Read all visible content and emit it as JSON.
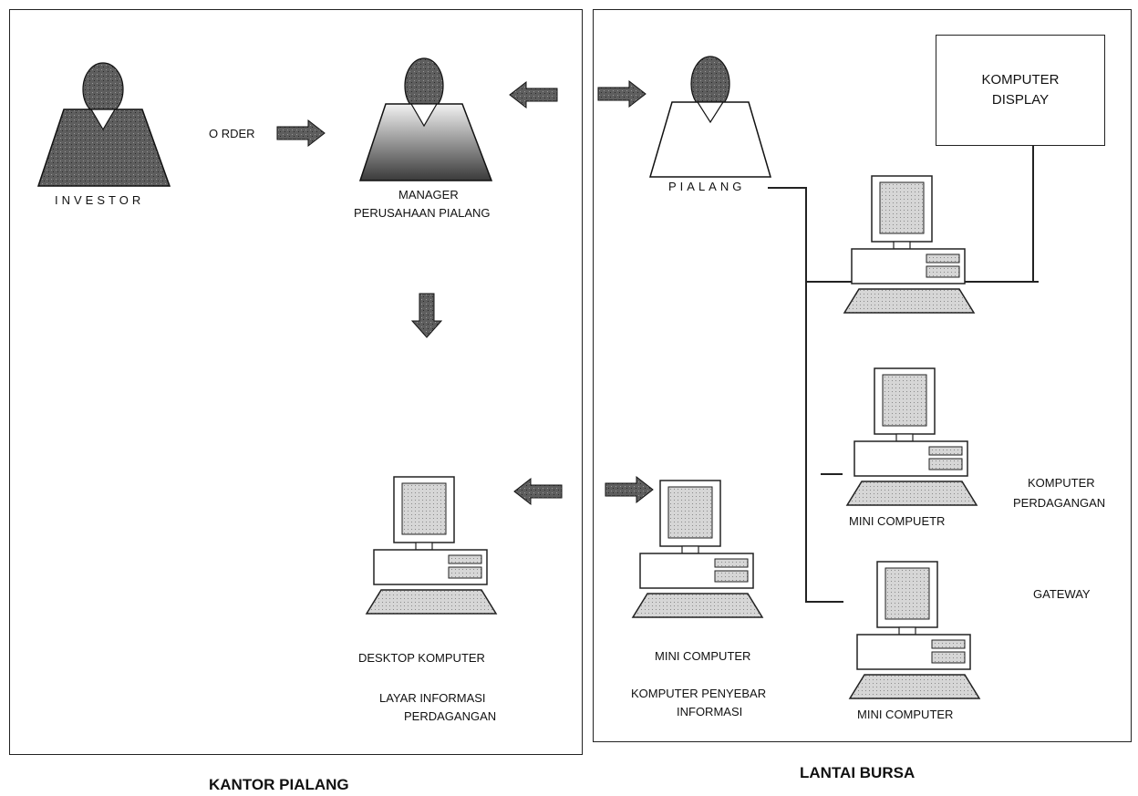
{
  "panels": {
    "left_caption": "KANTOR PIALANG",
    "right_caption": "LANTAI BURSA"
  },
  "kantor": {
    "investor_label": "INVESTOR",
    "order_label": "O RDER",
    "manager_line1": "MANAGER",
    "manager_line2": "PERUSAHAAN PIALANG",
    "desktop_label": "DESKTOP KOMPUTER",
    "layar_line1": "LAYAR INFORMASI",
    "layar_line2": "PERDAGANGAN"
  },
  "bursa": {
    "pialang_label": "PIALANG",
    "display_line1": "KOMPUTER",
    "display_line2": "DISPLAY",
    "mini_computer_label": "MINI COMPUTER",
    "penyebar_line1": "KOMPUTER PENYEBAR",
    "penyebar_line2": "INFORMASI",
    "mini_compuetr_label": "MINI COMPUETR",
    "perdagangan_line1": "KOMPUTER",
    "perdagangan_line2": "PERDAGANGAN",
    "gateway_label": "GATEWAY",
    "gateway_computer_label": "MINI COMPUTER"
  }
}
